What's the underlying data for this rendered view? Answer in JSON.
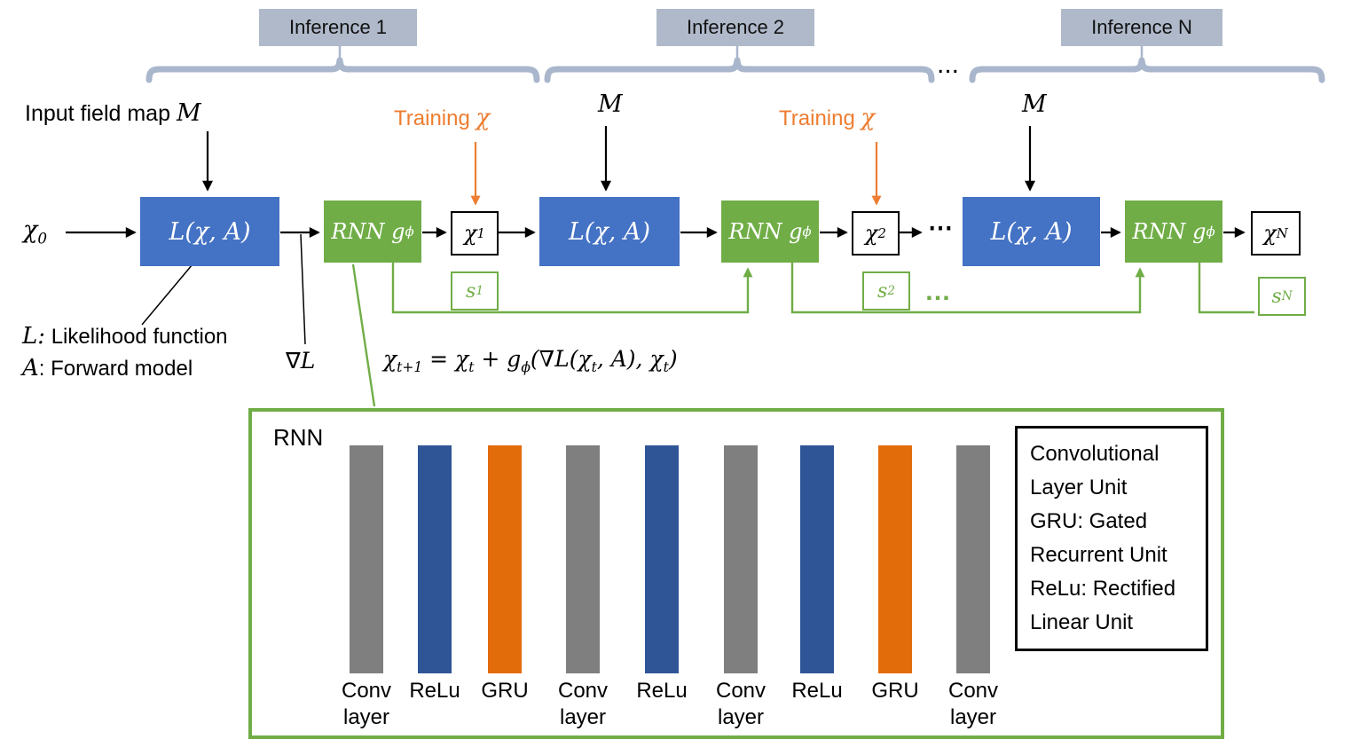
{
  "colors": {
    "blue_box": "#4472C4",
    "green_box": "#70AD47",
    "orange": "#ED7D31",
    "gray_bar": "#7F7F7F",
    "blue_bar": "#2F5597",
    "orange_bar": "#E36C0A",
    "brace": "#A9B6CC",
    "label_box": "#AFB9CA"
  },
  "inference": {
    "labels": [
      "Inference 1",
      "Inference 2",
      "Inference N"
    ],
    "dots": "..."
  },
  "flow": {
    "input_label": "Input field map ",
    "input_math": "M",
    "m_label": "M",
    "chi0": {
      "base": "χ",
      "sub": "0"
    },
    "likelihood": "L(χ, A)",
    "rnn": {
      "base": "RNN g",
      "sub": "ϕ"
    },
    "chi1": {
      "base": "χ",
      "sub": "1"
    },
    "chi2": {
      "base": "χ",
      "sub": "2"
    },
    "chiN": {
      "base": "χ",
      "sub": "N"
    },
    "training_text": "Training ",
    "training_math": "χ",
    "dots": "⋯",
    "s1": {
      "base": "s",
      "sub": "1"
    },
    "s2": {
      "base": "s",
      "sub": "2"
    },
    "sN": {
      "base": "s",
      "sub": "N"
    },
    "s_dots": "…"
  },
  "annotations": {
    "l_def_math": "L:",
    "l_def_text": " Likelihood function",
    "a_def_math": "A",
    "a_def_text": ": Forward model",
    "grad_symbol": "∇",
    "grad_var": "L",
    "equation": {
      "parts": [
        {
          "base": "χ",
          "sub": "t+1"
        },
        {
          "base": " = χ",
          "sub": "t"
        },
        {
          "base": " + g",
          "sub": "ϕ"
        },
        {
          "base": "(∇L(χ",
          "sub": "t"
        },
        {
          "base": ", A), χ",
          "sub": "t"
        },
        {
          "base": ")",
          "sub": ""
        }
      ]
    }
  },
  "rnn_detail": {
    "title": "RNN",
    "layers": [
      {
        "label": "Conv layer",
        "type": "conv"
      },
      {
        "label": "ReLu",
        "type": "relu"
      },
      {
        "label": "GRU",
        "type": "gru"
      },
      {
        "label": "Conv layer",
        "type": "conv"
      },
      {
        "label": "ReLu",
        "type": "relu"
      },
      {
        "label": "Conv layer",
        "type": "conv"
      },
      {
        "label": "ReLu",
        "type": "relu"
      },
      {
        "label": "GRU",
        "type": "gru"
      },
      {
        "label": "Conv layer",
        "type": "conv"
      }
    ],
    "legend": [
      "Convolutional",
      "Layer Unit",
      "GRU: Gated",
      "Recurrent Unit",
      "ReLu: Rectified",
      "Linear Unit"
    ]
  }
}
